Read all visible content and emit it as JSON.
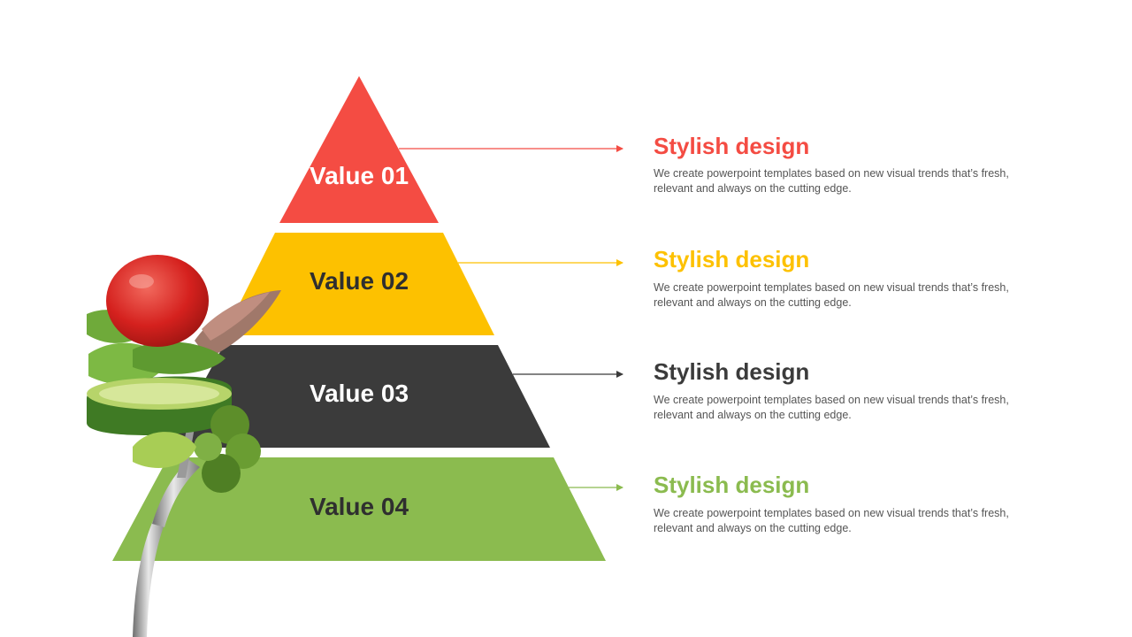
{
  "colors": {
    "red": "#F44C43",
    "yellow": "#FDC100",
    "dark": "#3B3B3B",
    "green": "#8BBB4F",
    "label_light": "#ffffff",
    "label_dark": "#2F2F2F"
  },
  "pyramid": {
    "tiers": [
      {
        "label": "Value 01",
        "color": "#F44C43",
        "label_color": "#ffffff"
      },
      {
        "label": "Value 02",
        "color": "#FDC100",
        "label_color": "#2F2F2F"
      },
      {
        "label": "Value 03",
        "color": "#3B3B3B",
        "label_color": "#ffffff"
      },
      {
        "label": "Value 04",
        "color": "#8BBB4F",
        "label_color": "#2F2F2F"
      }
    ]
  },
  "items": [
    {
      "title": "Stylish design",
      "color": "#F44C43",
      "description": "We create powerpoint templates based on new visual trends that’s fresh, relevant and always on the cutting edge."
    },
    {
      "title": "Stylish design",
      "color": "#FDC100",
      "description": "We create powerpoint templates based on new visual trends that’s fresh, relevant and always on the cutting edge."
    },
    {
      "title": "Stylish design",
      "color": "#3B3B3B",
      "description": "We create powerpoint templates based on new visual trends that’s fresh, relevant and always on the cutting edge."
    },
    {
      "title": "Stylish design",
      "color": "#8BBB4F",
      "description": "We create powerpoint templates based on new visual trends that’s fresh, relevant and always on the cutting edge."
    }
  ],
  "illustration": {
    "icon": "salad-fork-icon"
  }
}
